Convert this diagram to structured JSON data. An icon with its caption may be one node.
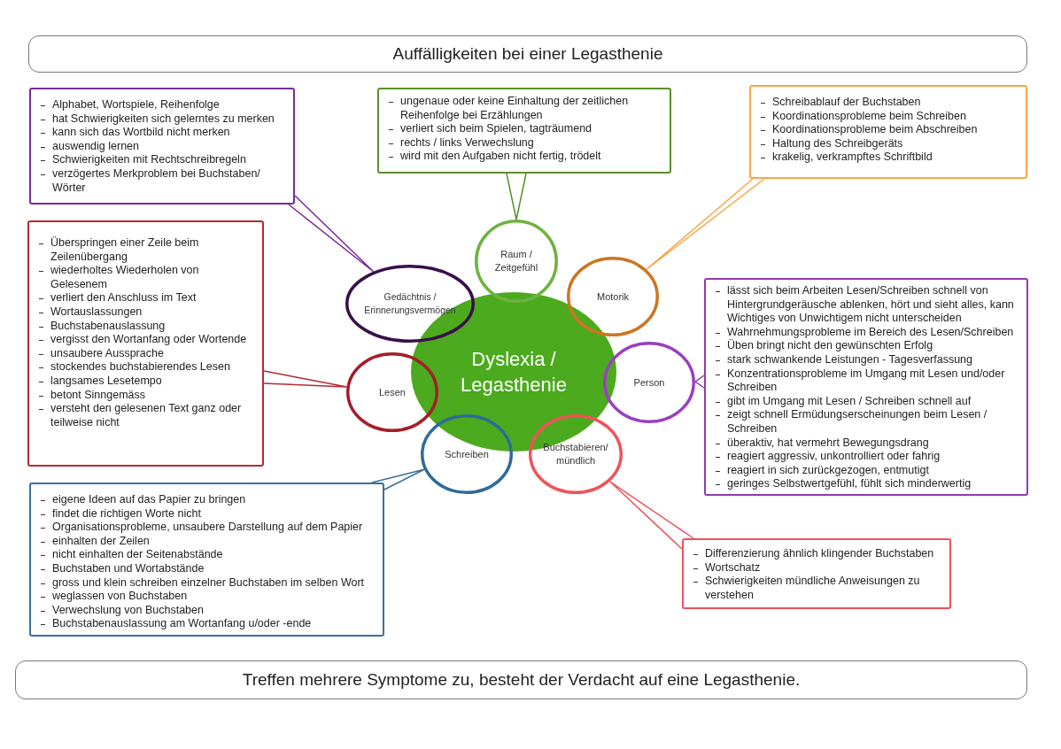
{
  "diagram": {
    "nodes": [
      {
        "text": [
          "Auffälligkeiten bei einer Legasthenie"
        ]
      },
      {
        "text": [
          "Alphabet, Wortspiele, Reihenfolge",
          "hat Schwierigkeiten sich gelerntes zu merken",
          "kann sich das Wortbild nicht merken",
          "auswendig lernen",
          "Schwierigkeiten mit Rechtschreibregeln",
          "verzögertes Merkproblem bei Buchstaben/ Wörter"
        ]
      },
      {
        "text": [
          "ungenaue oder keine Einhaltung der zeitlichen Reihenfolge bei Erzählungen",
          "verliert sich beim Spielen, tagträumend",
          "rechts / links Verwechslung",
          "wird mit den Aufgaben nicht fertig, trödelt"
        ]
      },
      {
        "text": [
          "Schreibablauf der Buchstaben",
          "Koordinationsprobleme beim Schreiben",
          "Koordinationsprobleme beim Abschreiben",
          "Haltung des Schreibgeräts",
          "krakelig, verkrampftes Schriftbild"
        ]
      },
      {
        "text": [
          "Überspringen einer Zeile beim Zeilenübergang",
          "wiederholtes Wiederholen von Gelesenem",
          "verliert den Anschluss im Text",
          "Wortauslassungen",
          "Buchstabenauslassung",
          "vergisst den Wortanfang oder Wortende",
          "unsaubere Aussprache",
          "stockendes buchstabierendes Lesen",
          "langsames Lesetempo",
          "betont Sinngemäss",
          "versteht den gelesenen Text ganz oder teilweise nicht"
        ]
      },
      {
        "text": [
          "lässt sich beim Arbeiten Lesen/Schreiben schnell von Hintergrundgeräusche ablenken, hört und sieht alles, kann Wichtiges von Unwichtigem nicht unterscheiden",
          "Wahrnehmungsprobleme im Bereich des Lesen/Schreiben",
          "Üben bringt nicht den gewünschten Erfolg",
          "stark schwankende Leistungen - Tagesverfassung",
          "Konzentrationsprobleme im Umgang mit Lesen und/oder Schreiben",
          "gibt im Umgang mit Lesen / Schreiben schnell auf",
          "zeigt schnell Ermüdungserscheinungen beim Lesen / Schreiben",
          "überaktiv, hat vermehrt Bewegungsdrang",
          "reagiert aggressiv, unkontrolliert oder fahrig",
          "reagiert in sich zurückgezogen, entmutigt",
          "geringes Selbstwertgefühl, fühlt sich minderwertig"
        ]
      },
      {
        "text": [
          "eigene Ideen auf das Papier zu bringen",
          "findet die richtigen Worte nicht",
          "Organisationsprobleme, unsaubere Darstellung auf dem Papier",
          "einhalten der Zeilen",
          "nicht einhalten der Seitenabstände",
          "Buchstaben und Wortabstände",
          "gross und klein schreiben einzelner Buchstaben im selben Wort",
          "weglassen von Buchstaben",
          "Verwechslung von Buchstaben",
          "Buchstabenauslassung am Wortanfang u/oder -ende"
        ]
      },
      {
        "text": [
          "Differenzierung ähnlich klingender Buchstaben",
          "Wortschatz",
          "Schwierigkeiten mündliche Anweisungen zu verstehen"
        ]
      },
      {
        "text": [
          "Dyslexia / Legasthenie"
        ]
      },
      {
        "text": [
          "Raum / Zeitgefühl"
        ]
      },
      {
        "text": [
          "Motorik"
        ]
      },
      {
        "text": [
          "Gedächtnis / Erinnerungsvermögen"
        ]
      },
      {
        "text": [
          "Lesen"
        ]
      },
      {
        "text": [
          "Person"
        ]
      },
      {
        "text": [
          "Schreiben"
        ]
      },
      {
        "text": [
          "Buchstabieren/ mündlich"
        ]
      },
      {
        "text": [
          "Treffen mehrere Symptome zu, besteht der Verdacht auf eine Legasthenie."
        ]
      }
    ],
    "edges": [
      {
        "from": 1,
        "to": 11,
        "arrow": "none",
        "color": "#7a2a99"
      },
      {
        "from": 2,
        "to": 9,
        "arrow": "none",
        "color": "#5a8f2a"
      },
      {
        "from": 3,
        "to": 10,
        "arrow": "none",
        "color": "#f7a64a"
      },
      {
        "from": 4,
        "to": 12,
        "arrow": "none",
        "color": "#b52a33"
      },
      {
        "from": 5,
        "to": 13,
        "arrow": "none",
        "color": "#8f3bb0"
      },
      {
        "from": 6,
        "to": 14,
        "arrow": "none",
        "color": "#3a6f9a"
      },
      {
        "from": 7,
        "to": 15,
        "arrow": "none",
        "color": "#f0525a"
      }
    ]
  }
}
